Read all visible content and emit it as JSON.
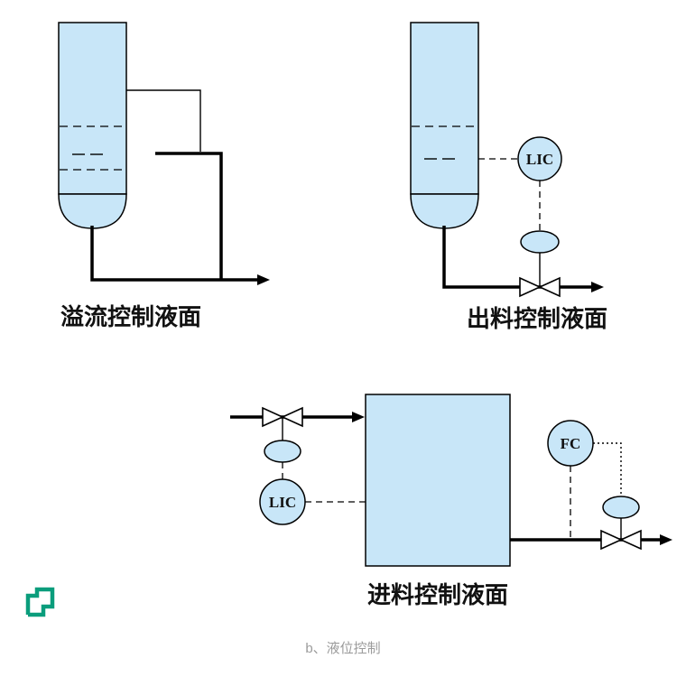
{
  "colors": {
    "vessel_fill": "#c8e6f8",
    "instrument_fill": "#c8e6f8",
    "line": "#000000",
    "logo_green": "#0a9d7c",
    "caption_gray": "#9b9b9b"
  },
  "diagrams": {
    "overflow": {
      "label": "溢流控制液面"
    },
    "outlet_control": {
      "label": "出料控制液面",
      "controller_tag": "LIC"
    },
    "inlet_control": {
      "label": "进料控制液面",
      "level_controller_tag": "LIC",
      "flow_controller_tag": "FC"
    }
  },
  "caption": "b、液位控制"
}
